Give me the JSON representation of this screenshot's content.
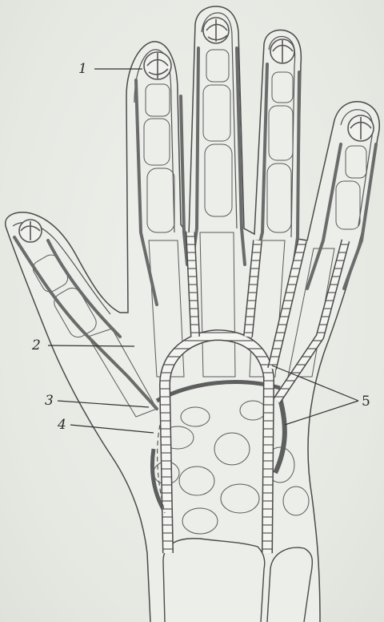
{
  "figure": {
    "callouts": [
      {
        "id": "1",
        "text": "1"
      },
      {
        "id": "2",
        "text": "2"
      },
      {
        "id": "3",
        "text": "3"
      },
      {
        "id": "4",
        "text": "4"
      },
      {
        "id": "5",
        "text": "5"
      }
    ],
    "colors": {
      "background": "#e9ebe6",
      "outline": "#4a4a4a",
      "vessel": "#6b6b6b",
      "bone": "#5a5a5a"
    }
  }
}
